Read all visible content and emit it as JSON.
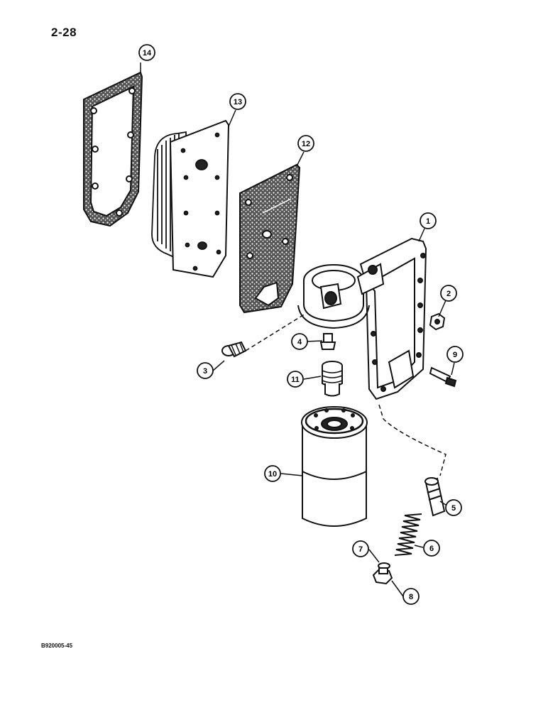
{
  "page_number": "2-28",
  "figure_code": "B920005-45",
  "callouts": [
    {
      "id": "callout-1",
      "label": "1"
    },
    {
      "id": "callout-2",
      "label": "2"
    },
    {
      "id": "callout-3",
      "label": "3"
    },
    {
      "id": "callout-4",
      "label": "4"
    },
    {
      "id": "callout-5",
      "label": "5"
    },
    {
      "id": "callout-6",
      "label": "6"
    },
    {
      "id": "callout-7",
      "label": "7"
    },
    {
      "id": "callout-8",
      "label": "8"
    },
    {
      "id": "callout-9",
      "label": "9"
    },
    {
      "id": "callout-10",
      "label": "10"
    },
    {
      "id": "callout-11",
      "label": "11"
    },
    {
      "id": "callout-12",
      "label": "12"
    },
    {
      "id": "callout-13",
      "label": "13"
    },
    {
      "id": "callout-14",
      "label": "14"
    }
  ]
}
